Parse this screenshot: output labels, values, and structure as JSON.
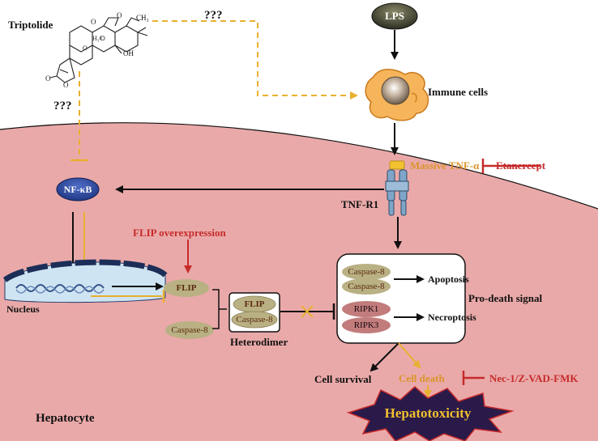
{
  "labels": {
    "triptolide": "Triptolide",
    "unknown_top": "???",
    "unknown_left": "???",
    "lps": "LPS",
    "immune_cells": "Immune cells",
    "massive_tnf": "Massive TNF-α",
    "etanercept": "Etanercept",
    "tnf_r1": "TNF-R1",
    "nf_kb": "NF-κB",
    "flip_overexpression": "FLIP overexpression",
    "nucleus": "Nucleus",
    "flip": "FLIP",
    "caspase8_left": "Caspase-8",
    "heterodimer": "Heterodimer",
    "heterodimer_flip": "FLIP",
    "heterodimer_caspase8": "Caspase-8",
    "caspase8_a": "Caspase-8",
    "caspase8_b": "Caspase-8",
    "apoptosis": "Apoptosis",
    "ripk1": "RIPK1",
    "ripk3": "RIPK3",
    "necroptosis": "Necroptosis",
    "pro_death_signal": "Pro-death signal",
    "cell_survival": "Cell survival",
    "cell_death": "Cell death",
    "nec_inhibitor": "Nec-1/Z-VAD-FMK",
    "hepatotoxicity": "Hepatotoxicity",
    "hepatocyte": "Hepatocyte",
    "molecule_oh": "OH",
    "molecule_ch3": "CH₃"
  },
  "colors": {
    "cell_fill": "#eaa9a9",
    "black_arrow": "#111111",
    "orange_arrow": "#e8b030",
    "red_inhibit": "#c62b2b",
    "pill_brown": "#b9b084",
    "pill_rip": "#c27c7c",
    "nfkb_blue": "#2f4aa0",
    "lps_dark": "#3b3b2e",
    "starburst": "#2a1a4a",
    "nucleus_blue": "#cfe4f2"
  }
}
